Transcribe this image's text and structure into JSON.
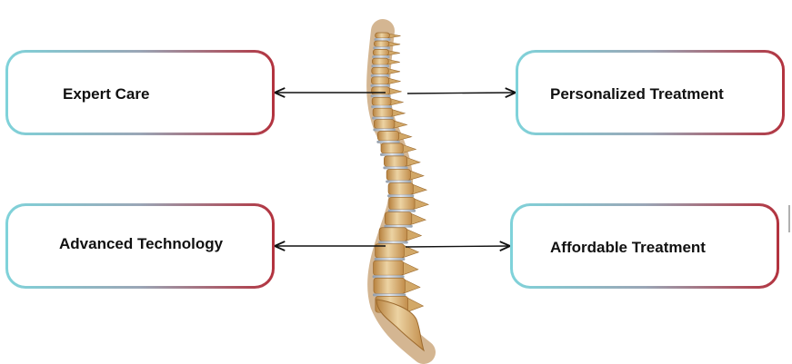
{
  "boxes": [
    {
      "id": "expert_care",
      "label": "Expert Care"
    },
    {
      "id": "personalized_treatment",
      "label": "Personalized Treatment"
    },
    {
      "id": "advanced_technology",
      "label": "Advanced Technology"
    },
    {
      "id": "affordable_treatment",
      "label": "Affordable Treatment"
    }
  ],
  "image": {
    "subject": "human-spine-illustration"
  },
  "colors": {
    "border_start": "#7fd3da",
    "border_end": "#b3323e",
    "arrow": "#111111",
    "bone": "#e4c490",
    "bone_shadow": "#c08a45",
    "disc": "#b9c3cf"
  }
}
